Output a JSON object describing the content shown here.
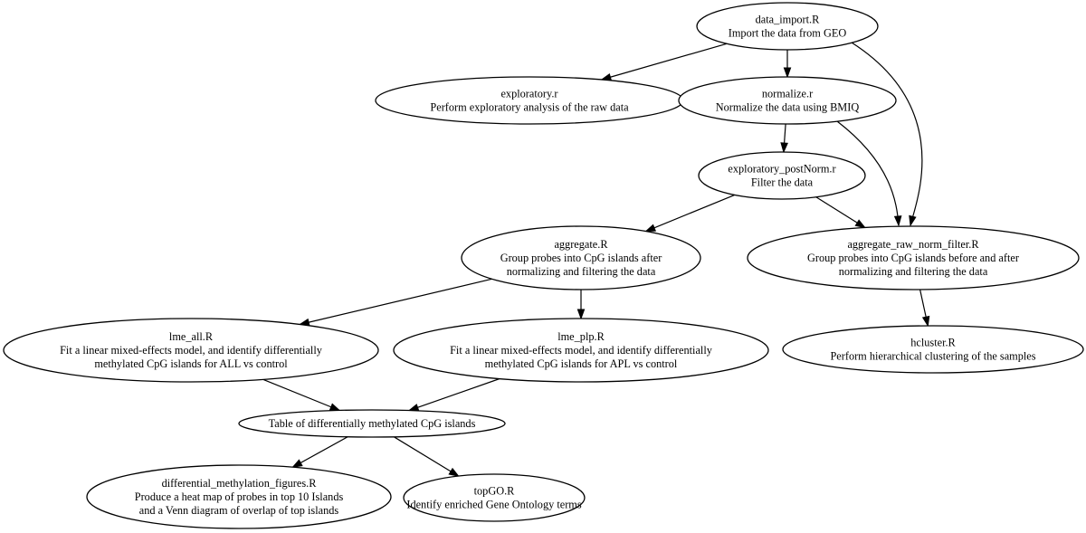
{
  "nodes": {
    "data_import": {
      "lines": [
        "data_import.R",
        "Import the data from GEO"
      ]
    },
    "exploratory": {
      "lines": [
        "exploratory.r",
        "Perform exploratory analysis of the raw data"
      ]
    },
    "normalize": {
      "lines": [
        "normalize.r",
        "Normalize the data using BMIQ"
      ]
    },
    "exploratory_postNorm": {
      "lines": [
        "exploratory_postNorm.r",
        "Filter the data"
      ]
    },
    "aggregate": {
      "lines": [
        "aggregate.R",
        "Group probes into CpG islands after",
        "normalizing and filtering the data"
      ]
    },
    "aggregate_raw_norm_filter": {
      "lines": [
        "aggregate_raw_norm_filter.R",
        "Group probes into CpG islands before and after",
        "normalizing and filtering the data"
      ]
    },
    "lme_all": {
      "lines": [
        "lme_all.R",
        "Fit a linear mixed-effects model, and identify differentially",
        "methylated CpG islands for ALL vs control"
      ]
    },
    "lme_plp": {
      "lines": [
        "lme_plp.R",
        "Fit a linear mixed-effects model, and identify differentially",
        "methylated CpG islands for APL vs control"
      ]
    },
    "hcluster": {
      "lines": [
        "hcluster.R",
        "Perform hierarchical clustering of the samples"
      ]
    },
    "table": {
      "lines": [
        "Table of differentially methylated CpG islands"
      ]
    },
    "diff_figures": {
      "lines": [
        "differential_methylation_figures.R",
        "Produce a heat map of probes in top 10 Islands",
        "and a Venn diagram of overlap of top islands"
      ]
    },
    "topgo": {
      "lines": [
        "topGO.R",
        "Identify enriched Gene Ontology terms"
      ]
    }
  },
  "edges": [
    {
      "from": "data_import",
      "to": "exploratory"
    },
    {
      "from": "data_import",
      "to": "normalize"
    },
    {
      "from": "data_import",
      "to": "aggregate_raw_norm_filter"
    },
    {
      "from": "normalize",
      "to": "exploratory_postNorm"
    },
    {
      "from": "normalize",
      "to": "aggregate_raw_norm_filter"
    },
    {
      "from": "exploratory_postNorm",
      "to": "aggregate"
    },
    {
      "from": "exploratory_postNorm",
      "to": "aggregate_raw_norm_filter"
    },
    {
      "from": "aggregate",
      "to": "lme_all"
    },
    {
      "from": "aggregate",
      "to": "lme_plp"
    },
    {
      "from": "aggregate_raw_norm_filter",
      "to": "hcluster"
    },
    {
      "from": "lme_all",
      "to": "table"
    },
    {
      "from": "lme_plp",
      "to": "table"
    },
    {
      "from": "table",
      "to": "diff_figures"
    },
    {
      "from": "table",
      "to": "topgo"
    }
  ]
}
